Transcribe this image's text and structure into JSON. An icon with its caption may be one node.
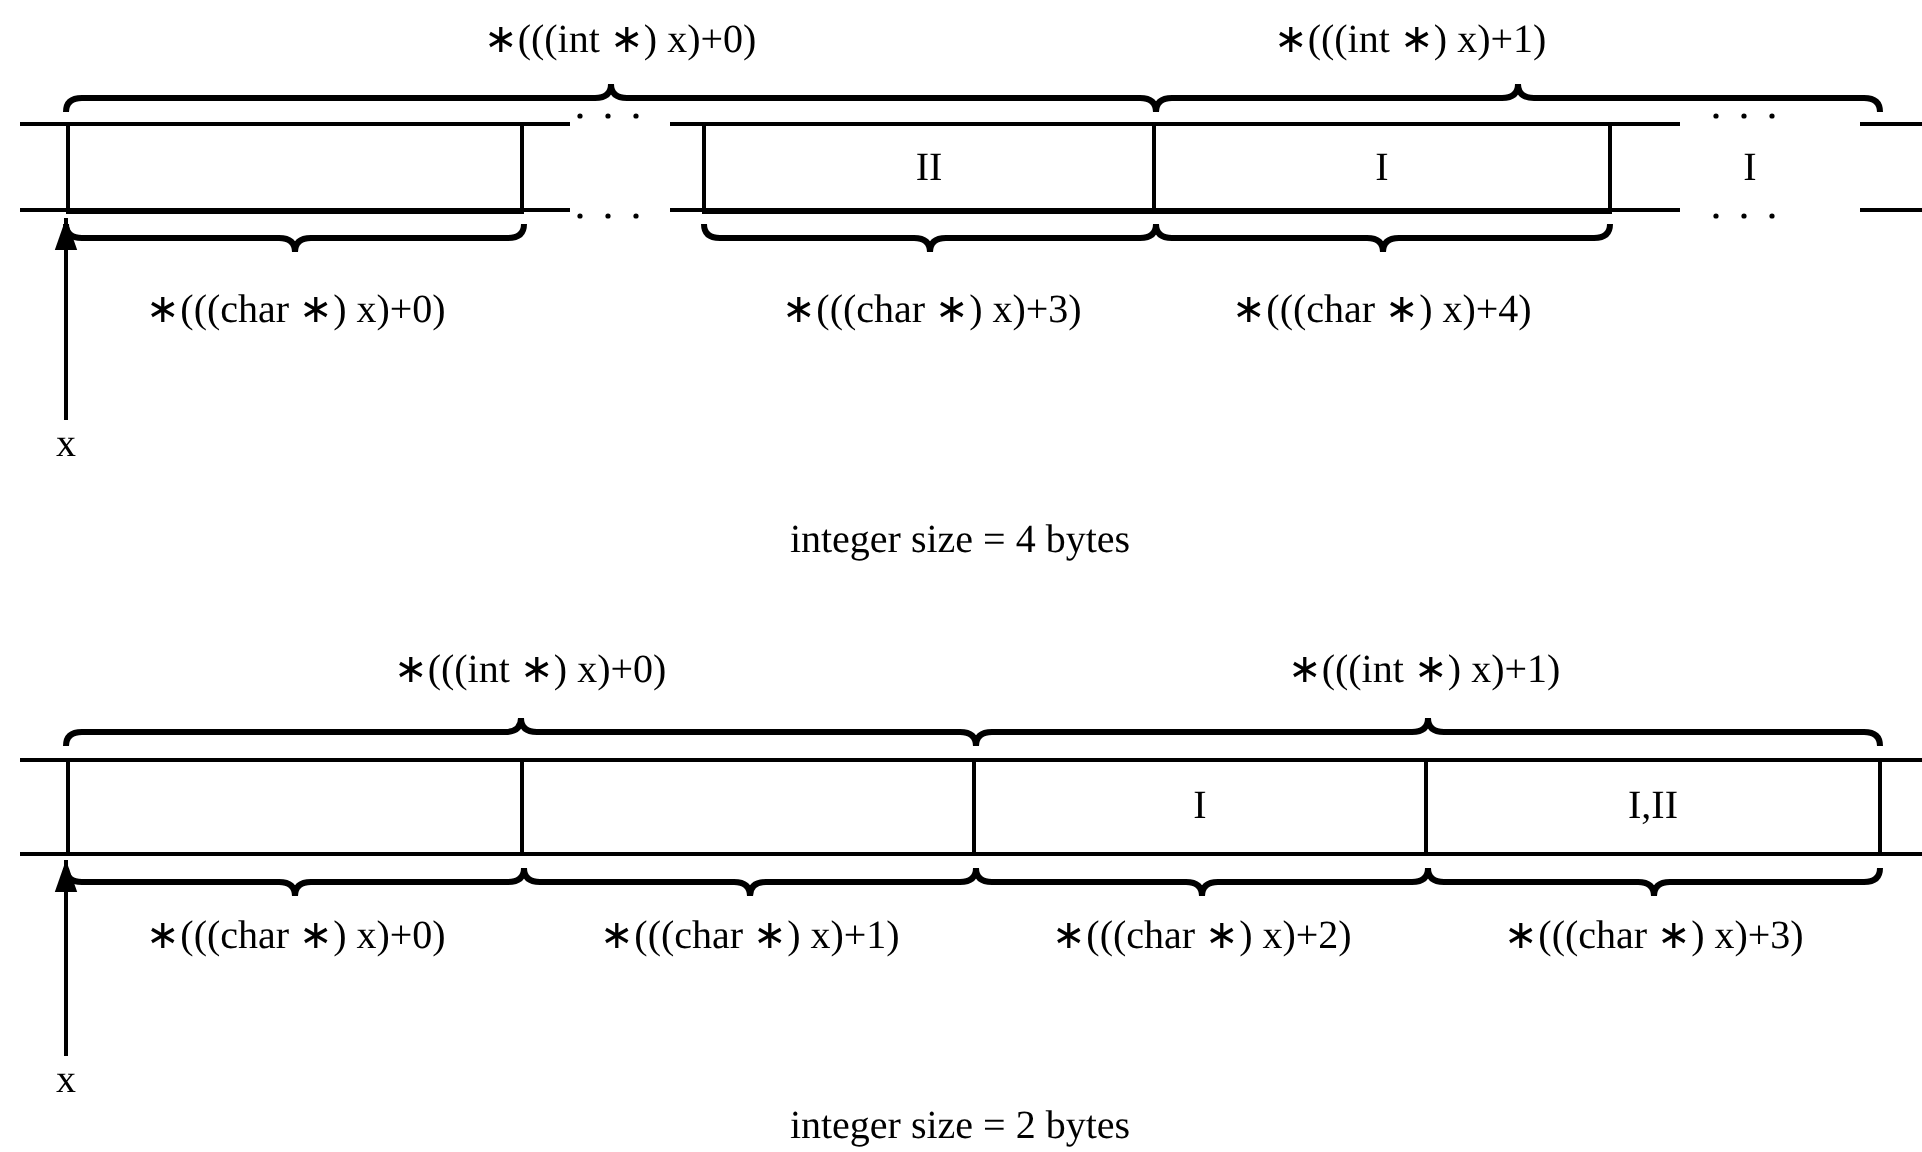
{
  "diagram": {
    "nodes": [
      {
        "text": [],
        "shape": "box"
      },
      {
        "text": [
          "II"
        ]
      },
      {
        "text": [
          "I"
        ]
      },
      {
        "text": [
          "x"
        ]
      },
      {
        "text": [],
        "shape": "box"
      },
      {
        "text": [],
        "shape": "box"
      },
      {
        "text": [
          "I"
        ]
      },
      {
        "text": [
          "I,II"
        ]
      },
      {
        "text": [
          "x"
        ]
      }
    ],
    "edges": [
      {
        "from": 3,
        "to": 0,
        "arrow": "to"
      },
      {
        "from": 8,
        "to": 4,
        "arrow": "to"
      }
    ],
    "labels": [
      "∗(((int ∗) x)+0)",
      "∗(((int ∗) x)+1)",
      "I",
      "∗(((char ∗) x)+0)",
      "∗(((char ∗) x)+3)",
      "∗(((char ∗) x)+4)",
      "integer size = 4 bytes",
      "∗(((int ∗) x)+0)",
      "∗(((int ∗) x)+1)",
      "∗(((char ∗) x)+0)",
      "∗(((char ∗) x)+1)",
      "∗(((char ∗) x)+2)",
      "∗(((char ∗) x)+3)",
      "integer size = 2 bytes"
    ]
  }
}
